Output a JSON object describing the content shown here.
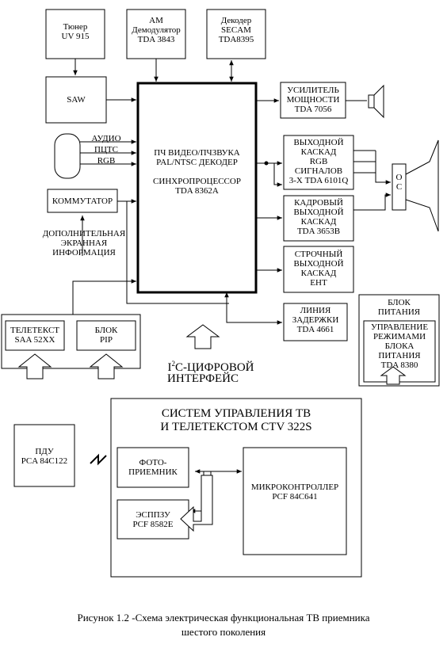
{
  "blocks": {
    "tuner": "Тюнер\nUV 915",
    "am_demod": "АМ\nДемодулятор\nTDA 3843",
    "secam": "Декодер\nSECAM\nTDA8395",
    "saw": "SAW",
    "main_chip": "ПЧ ВИДЕО/ПЧЗВУКА\nPAL/NTSC ДЕКОДЕР\n\nСИНХРОПРОЦЕССОР\nTDA  8362A",
    "power_amp": "УСИЛИТЕЛЬ\nМОЩНОСТИ\nTDA 7056",
    "rgb_out": "ВЫХОДНОЙ\nКАСКАД\nRGB\nСИГНАЛОВ\n3-Х TDA 6101Q",
    "frame_out": "КАДРОВЫЙ\nВЫХОДНОЙ\nКАСКАД\nTDA 3653B",
    "line_out": "СТРОЧНЫЙ\nВЫХОДНОЙ\nКАСКАД\nЕНТ",
    "delay_line": "ЛИНИЯ\nЗАДЕРЖКИ\nTDA 4661",
    "switch": "КОММУТАТОР",
    "teletext": "ТЕЛЕТЕКСТ\nSAA 52XX",
    "pip": "БЛОК\nPIP",
    "psu_title": "БЛОК\nПИТАНИЯ",
    "psu_ctrl": "УПРАВЛЕНИЕ\nРЕЖИМАМИ\nБЛОКА\nПИТАНИЯ\nTDA 8380",
    "control_system": "СИСТЕМ УПРАВЛЕНИЯ ТВ\nИ ТЕЛЕТЕКСТОМ CTV 322S",
    "remote": "ПДУ\nPCA 84C122",
    "photo": "ФОТО-\nПРИЕМНИК",
    "eeprom": "ЭСППЗУ\nPCF 8582E",
    "mcu": "МИКРОКОНТРОЛЛЕР\nPCF 84C641",
    "crt": "О\nС"
  },
  "labels": {
    "audio": "АУДИО",
    "pcts": "ПЦТС",
    "rgb": "RGB",
    "extra_info": "ДОПОЛНИТЕЛЬНАЯ\nЭКРАННАЯ\nИНФОРМАЦИЯ",
    "i2c_prefix": "I",
    "i2c_sup": "2",
    "i2c_rest": "С-ЦИФРОВОЙ",
    "interface": "ИНТЕРФЕЙС"
  },
  "caption": {
    "line1": "Рисунок 1.2 -Схема электрическая функциональная ТВ приемника",
    "line2": "шестого поколения"
  }
}
